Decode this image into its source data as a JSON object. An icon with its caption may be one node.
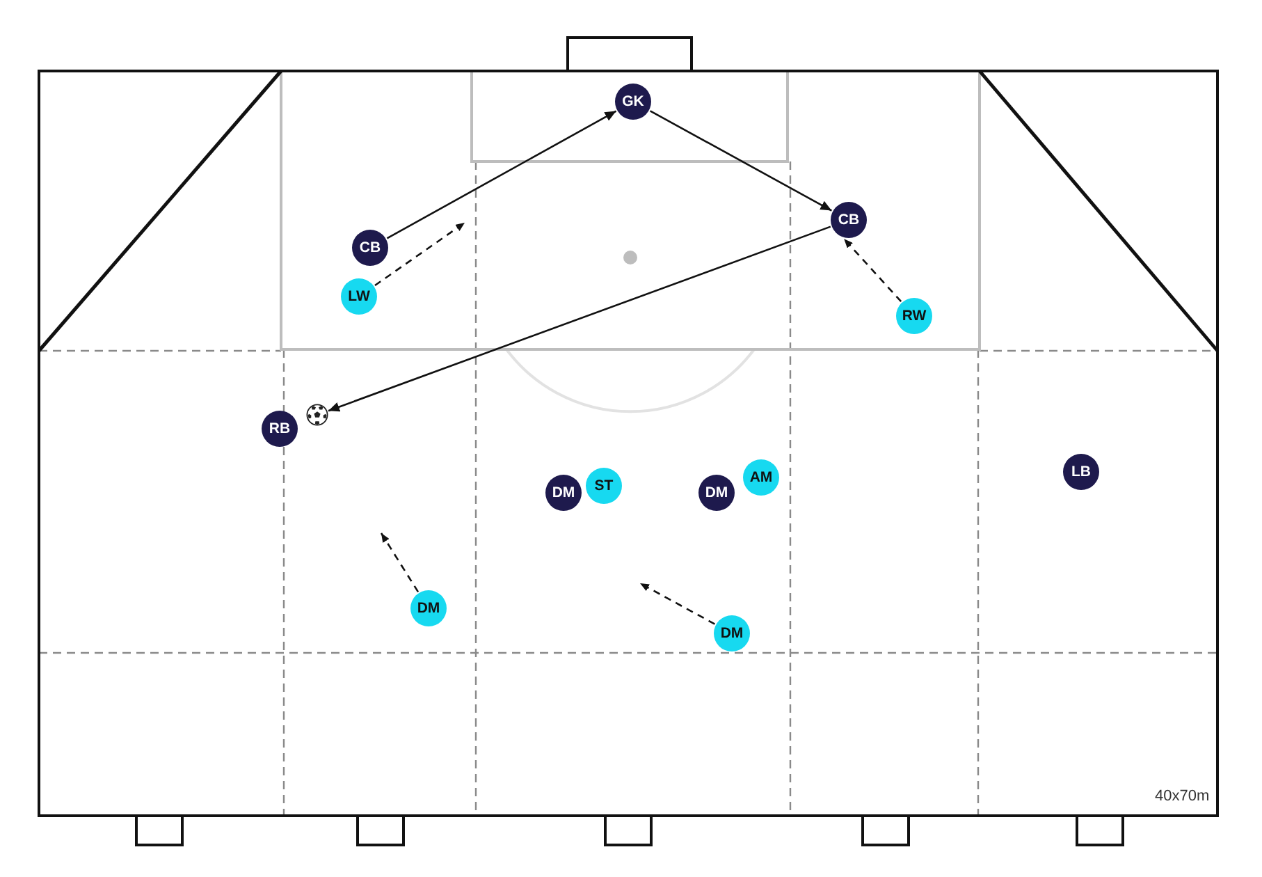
{
  "diagram": {
    "nodes": [
      {
        "text": [
          "GK"
        ]
      },
      {
        "text": [
          "CB"
        ]
      },
      {
        "text": [
          "CB"
        ]
      },
      {
        "text": [
          "LW"
        ]
      },
      {
        "text": [
          "RW"
        ]
      },
      {
        "text": [],
        "shape": "ball"
      },
      {
        "text": [
          "RB"
        ]
      },
      {
        "text": [
          "LB"
        ]
      },
      {
        "text": [
          "AM"
        ]
      },
      {
        "text": [
          "ST"
        ]
      },
      {
        "text": [
          "DM"
        ]
      },
      {
        "text": [
          "DM"
        ]
      },
      {
        "text": [
          "DM"
        ]
      },
      {
        "text": [
          "DM"
        ]
      }
    ],
    "edges": [
      {
        "from": 2,
        "to": 0,
        "arrow": "to"
      },
      {
        "from": 0,
        "to": 1,
        "arrow": "to"
      },
      {
        "from": 1,
        "to": 5,
        "arrow": "to"
      },
      {
        "from": 3,
        "to": null,
        "arrow": "to",
        "style": "dashed"
      },
      {
        "from": 4,
        "to": 1,
        "arrow": "to",
        "style": "dashed"
      },
      {
        "from": 12,
        "to": null,
        "arrow": "to",
        "style": "dashed"
      },
      {
        "from": 13,
        "to": null,
        "arrow": "to",
        "style": "dashed"
      }
    ],
    "labels": [
      "40x70m"
    ]
  }
}
